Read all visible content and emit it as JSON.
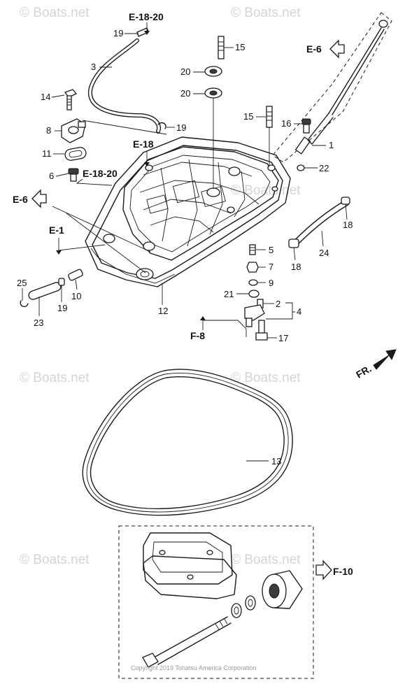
{
  "watermark": "© Boats.net",
  "copyright": "Copyright 2019 Tohatsu America Corporation",
  "direction_label": "FR.",
  "refs": [
    "E-18-20",
    "E-6",
    "E-18",
    "E-18-20",
    "E-6",
    "E-1",
    "F-8",
    "F-10"
  ],
  "callouts": [
    "19",
    "3",
    "15",
    "20",
    "20",
    "14",
    "19",
    "8",
    "11",
    "6",
    "15",
    "16",
    "1",
    "22",
    "24",
    "18",
    "5",
    "7",
    "9",
    "21",
    "2",
    "4",
    "17",
    "25",
    "19",
    "10",
    "23",
    "12",
    "18",
    "13"
  ]
}
